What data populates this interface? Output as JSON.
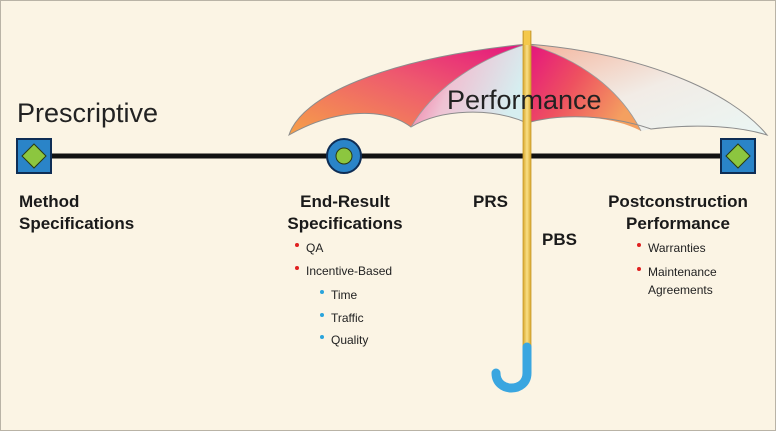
{
  "labels": {
    "prescriptive": "Prescriptive",
    "performance": "Performance",
    "method_line1": "Method",
    "method_line2": "Specifications",
    "endresult_line1": "End-Result",
    "endresult_line2": "Specifications",
    "prs": "PRS",
    "pbs": "PBS",
    "postcon_line1": "Postconstruction",
    "postcon_line2": "Performance"
  },
  "endresult_bullets": [
    "QA",
    "Incentive-Based"
  ],
  "incentive_sub_bullets": [
    "Time",
    "Traffic",
    "Quality"
  ],
  "postcon_bullets": [
    "Warranties",
    "Maintenance",
    "Agreements"
  ],
  "colors": {
    "background": "#fbf4e4",
    "bullet_red": "#e02020",
    "bullet_blue": "#2aa4dc",
    "marker_blue": "#2a84c8",
    "marker_green": "#8cc63f",
    "umbrella_magenta": "#e5137f",
    "umbrella_orange": "#f4a04a",
    "umbrella_light": "#dff0ee",
    "handle_yellow": "#f0c84a",
    "handle_blue": "#3aa6e0"
  },
  "icons": [
    "diamond-marker-icon",
    "circle-marker-icon",
    "umbrella-icon"
  ]
}
